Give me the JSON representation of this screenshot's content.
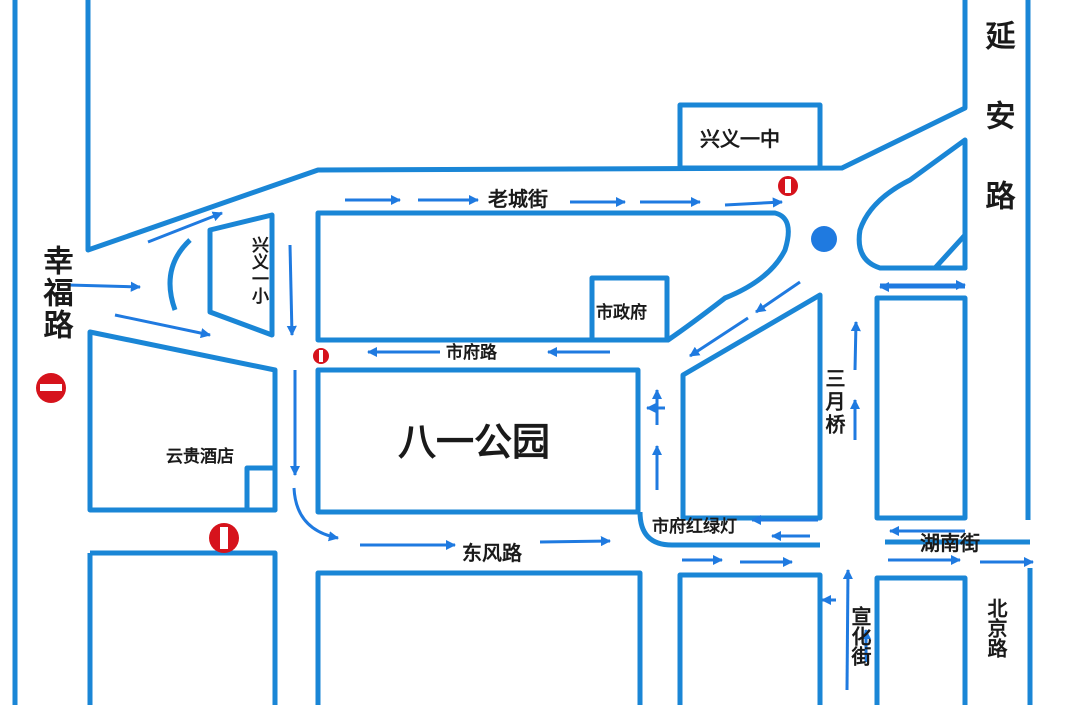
{
  "map": {
    "roads": {
      "xingfu": "幸福路",
      "yanan": "延安路",
      "laocheng": "老城街",
      "shifu": "市府路",
      "dongfeng": "东风路",
      "sanyueqiao": "三月桥",
      "hunan": "湖南街",
      "xuanhua": "宣化街",
      "beijing": "北京路"
    },
    "places": {
      "xingyi_yizhong": "兴义一中",
      "xingyi_yixiao": "兴义一小",
      "shizhengfu": "市政府",
      "bayi_park": "八一公园",
      "yungui_hotel": "云贵酒店",
      "shifu_light": "市府红绿灯"
    },
    "colors": {
      "road_outline": "#1a86d6",
      "arrow": "#1f7ae0",
      "no_entry": "#d6131c",
      "roundabout": "#1f7ae0"
    }
  }
}
